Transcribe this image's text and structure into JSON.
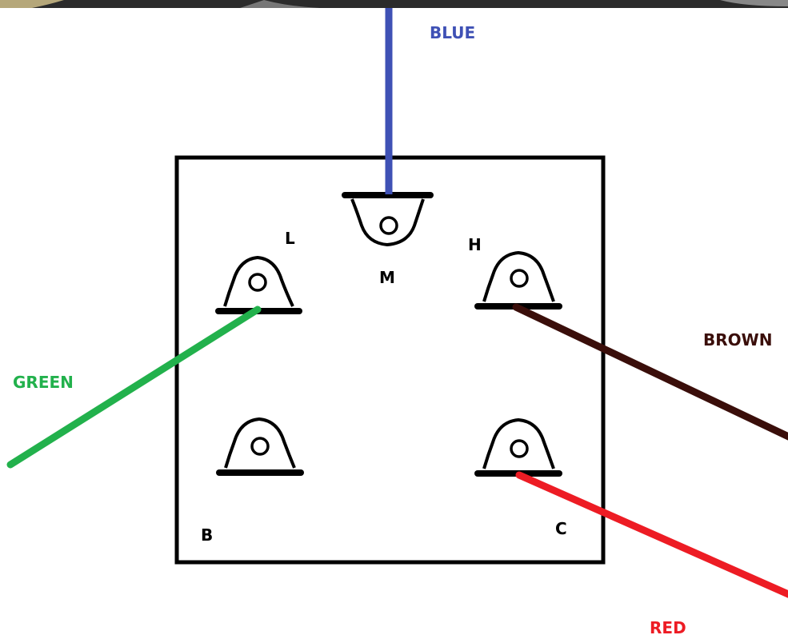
{
  "colors": {
    "blue": "#3f51b5",
    "green": "#22b14c",
    "brown": "#3a0e0a",
    "red": "#ed1c24",
    "outline": "#000000"
  },
  "terminals": {
    "m": "M",
    "l": "L",
    "h": "H",
    "b": "B",
    "c": "C"
  },
  "wires": {
    "blue": "BLUE",
    "green": "GREEN",
    "brown": "BROWN",
    "red": "RED"
  }
}
